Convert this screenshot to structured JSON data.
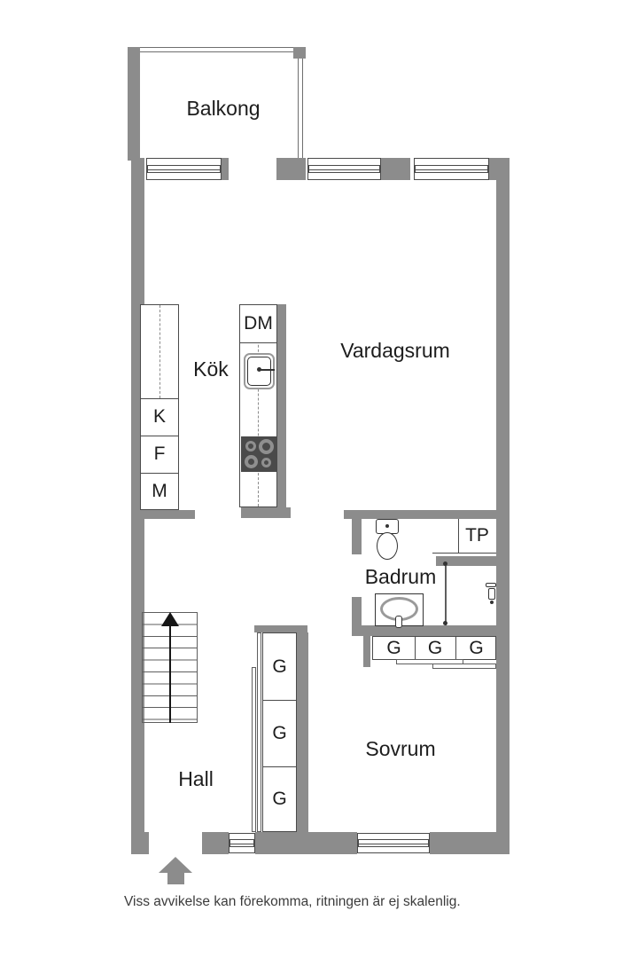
{
  "colors": {
    "wall": "#8c8c8c",
    "outline": "#4a4a4a",
    "fixture": "#333333",
    "stove": "#4a4a4a",
    "burner": "#8f8f8f",
    "railing": "#6f6f6f",
    "label": "#1d1d1d",
    "caption": "#3b3b3b",
    "dash": "#8a8a8a"
  },
  "rooms": {
    "balcony": "Balkong",
    "living_room": "Vardagsrum",
    "kitchen": "Kök",
    "bathroom": "Badrum",
    "bedroom": "Sovrum",
    "hall": "Hall"
  },
  "appliances": {
    "dishwasher": "DM",
    "fridge": "K",
    "freezer": "F",
    "cabinet": "M",
    "toilet_tp": "TP"
  },
  "wardrobes": {
    "row": [
      "G",
      "G",
      "G"
    ],
    "column": [
      "G",
      "G",
      "G"
    ]
  },
  "caption": "Viss avvikelse kan förekomma, ritningen är ej skalenlig."
}
